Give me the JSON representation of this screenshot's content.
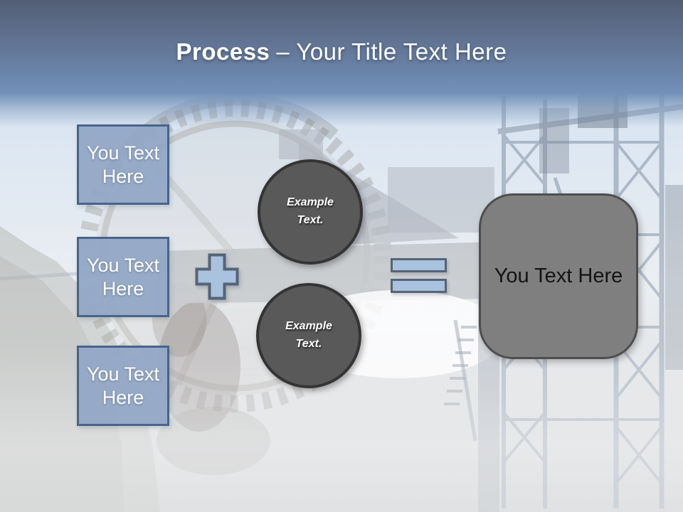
{
  "slide": {
    "title": {
      "prefix": "Process",
      "suffix": "– Your Title Text Here"
    },
    "input_boxes": [
      {
        "label": "You Text Here"
      },
      {
        "label": "You Text Here"
      },
      {
        "label": "You Text Here"
      }
    ],
    "operators": {
      "plus_icon": "plus",
      "equals_icon": "equals"
    },
    "example_circles": [
      {
        "label": "Example Text."
      },
      {
        "label": "Example Text."
      }
    ],
    "result_box": {
      "label": "You Text Here"
    },
    "colors": {
      "header_top": "#535e75",
      "header_bottom": "#7190b8",
      "title_text": "#ffffff",
      "input_box_fill": "#92a8c6",
      "input_box_border": "#47648c",
      "operator_fill": "#a9c2de",
      "operator_border": "#556477",
      "circle_fill": "#595959",
      "circle_border": "#343434",
      "result_fill": "#7f7f7f",
      "result_border": "#4e4e4e",
      "result_text": "#141414"
    }
  }
}
